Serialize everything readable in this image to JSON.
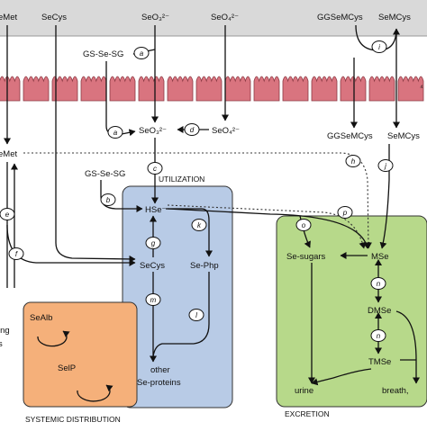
{
  "labels": {
    "semet_top": "eMet",
    "secys_top": "SeCys",
    "seo3_top": "SeO₃²⁻",
    "seo4_top": "SeO₄²⁻",
    "ggsemcys_top": "GGSeMCys",
    "semcys_top": "SeMCys",
    "gsseg_1": "GS-Se-SG",
    "gsseg_2": "GS-Se-SG",
    "seo3_mid": "SeO₃²⁻",
    "seo4_mid": "SeO₄²⁻",
    "ggsemcys_mid": "GGSeMCys",
    "semcys_mid": "SeMCys",
    "semet_mid": "eMet",
    "utilization": "UTILIZATION",
    "hse": "HSe⁻",
    "secys_util": "SeCys",
    "sephp": "Se-Php",
    "other": "other",
    "seproteins": "Se-proteins",
    "sealb": "SeAlb",
    "selp": "SelP",
    "systemic": "SYSTEMIC DISTRIBUTION",
    "left_ing": "ing",
    "left_s": "s",
    "sesugars": "Se-sugars",
    "mse": "MSe",
    "dmse": "DMSe",
    "tmse": "TMSe",
    "urine": "urine",
    "breath": "breath,",
    "excretion": "EXCRETION",
    "membrane_mark": "⁴"
  },
  "circles": {
    "a1": "a",
    "a2": "a",
    "b": "b",
    "c": "c",
    "d": "d",
    "e": "e",
    "f": "f",
    "g": "g",
    "h": "h",
    "i": "i",
    "j": "j",
    "k": "k",
    "l": "l",
    "m": "m",
    "n1": "n",
    "n2": "n",
    "n3": "n",
    "o": "o",
    "p": "p"
  },
  "colors": {
    "top_band": "#d9d9d9",
    "membrane": "#d9747f",
    "utilization_box": "#b8cbe6",
    "systemic_box": "#f5b07a",
    "excretion_box": "#b7d98a"
  }
}
